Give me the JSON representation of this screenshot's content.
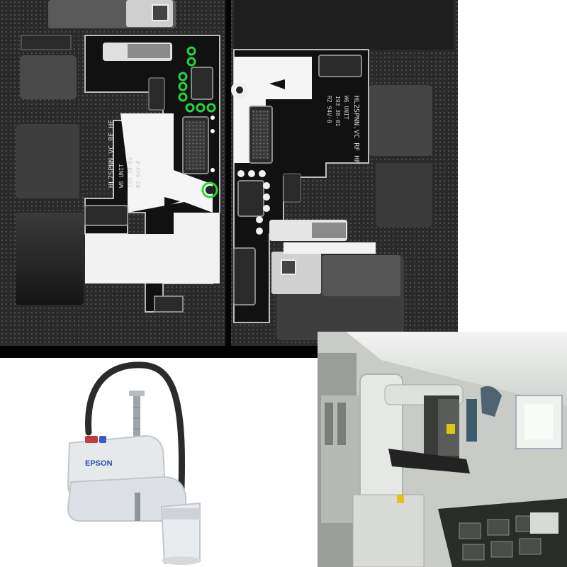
{
  "pcb": {
    "silk_left": [
      "HL2SPNN.VC RF HF",
      "W6 UNIT",
      "I93 38-02",
      "R2 94V-0"
    ],
    "silk_right": [
      "HL2SPNN.VC RF HF",
      "W6 UNIT",
      "I93 38-01",
      "R2 94V-0"
    ]
  },
  "robot": {
    "brand": "EPSON"
  },
  "colors": {
    "highlight": "#22d63a",
    "pcb_bg": "#0b0b0b",
    "robot_body": "#e6e9ec",
    "cable": "#2b2b2b"
  }
}
